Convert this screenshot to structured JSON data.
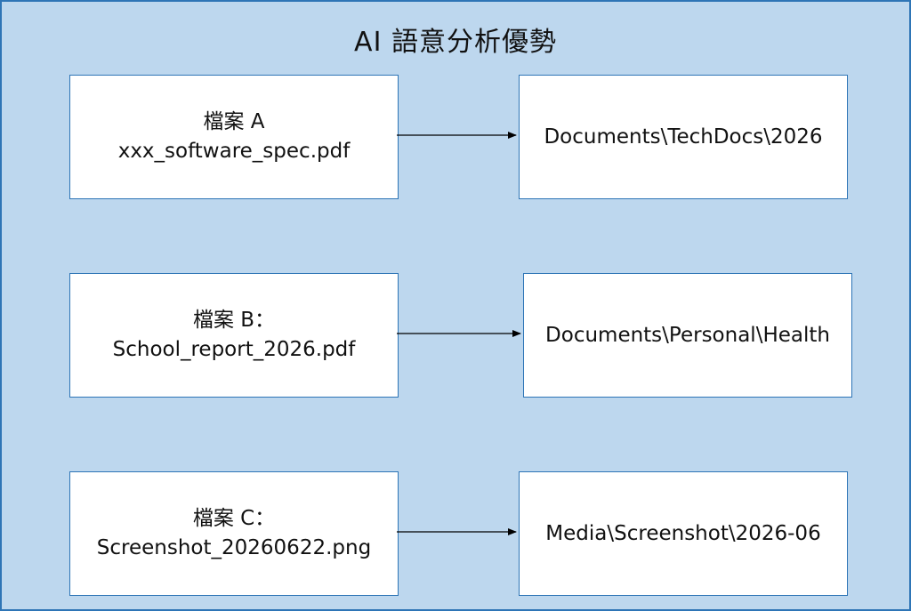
{
  "diagram": {
    "title": "AI 語意分析優勢",
    "rows": [
      {
        "source": {
          "label": "檔案 A",
          "filename": "xxx_software_spec.pdf"
        },
        "destination": "Documents\\TechDocs\\2026"
      },
      {
        "source": {
          "label": "檔案 B：",
          "filename": "School_report_2026.pdf"
        },
        "destination": "Documents\\Personal\\Health"
      },
      {
        "source": {
          "label": "檔案 C：",
          "filename": "Screenshot_20260622.png"
        },
        "destination": "Media\\Screenshot\\2026-06"
      }
    ]
  },
  "colors": {
    "background": "#bdd7ee",
    "border": "#2e75b6",
    "box": "#ffffff",
    "arrow": "#000000"
  }
}
